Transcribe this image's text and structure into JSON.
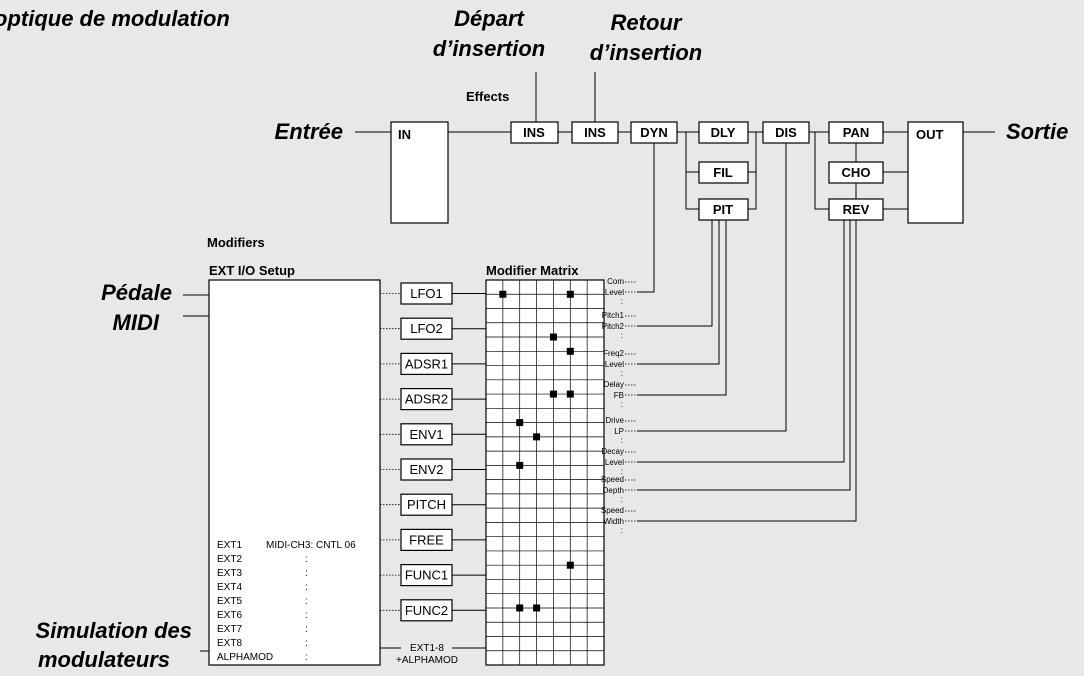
{
  "labels": {
    "top_left": "optique de modulation",
    "insert_send": [
      "Départ",
      "d’insertion"
    ],
    "insert_return": [
      "Retour",
      "d’insertion"
    ],
    "input": "Entrée",
    "output": "Sortie",
    "pedal": [
      "Pédale",
      "MIDI"
    ],
    "simulation": [
      "Simulation des",
      "modulateurs"
    ]
  },
  "sections": {
    "effects": "Effects",
    "modifiers": "Modifiers",
    "ext_io": "EXT I/O Setup",
    "matrix": "Modifier Matrix"
  },
  "effect_blocks": {
    "in": "IN",
    "ins1": "INS",
    "ins2": "INS",
    "dyn": "DYN",
    "dly": "DLY",
    "fil": "FIL",
    "pit": "PIT",
    "dis": "DIS",
    "pan": "PAN",
    "cho": "CHO",
    "rev": "REV",
    "out": "OUT"
  },
  "modifiers": [
    "LFO1",
    "LFO2",
    "ADSR1",
    "ADSR2",
    "ENV1",
    "ENV2",
    "PITCH",
    "FREE",
    "FUNC1",
    "FUNC2"
  ],
  "ext_list": [
    "EXT1",
    "EXT2",
    "EXT3",
    "EXT4",
    "EXT5",
    "EXT6",
    "EXT7",
    "EXT8",
    "ALPHAMOD"
  ],
  "ext1_assign": "MIDI-CH3: CNTL 06",
  "ext_bus": [
    "EXT1-8",
    "+ALPHAMOD"
  ],
  "params": [
    [
      "Com",
      "Level"
    ],
    [
      "Pitch1",
      "Pitch2"
    ],
    [
      "Freq2",
      "Level"
    ],
    [
      "Delay",
      "FB"
    ],
    [
      "Drive",
      "LP"
    ],
    [
      "Decay",
      "Level"
    ],
    [
      "Speed",
      "Depth"
    ],
    [
      "Speed",
      "Width"
    ]
  ],
  "matrix_nodes": [
    [
      0,
      0
    ],
    [
      4,
      0
    ],
    [
      3,
      3
    ],
    [
      4,
      4
    ],
    [
      3,
      7
    ],
    [
      4,
      7
    ],
    [
      1,
      9
    ],
    [
      2,
      10
    ],
    [
      1,
      12
    ],
    [
      4,
      19
    ],
    [
      1,
      22
    ],
    [
      2,
      22
    ]
  ]
}
